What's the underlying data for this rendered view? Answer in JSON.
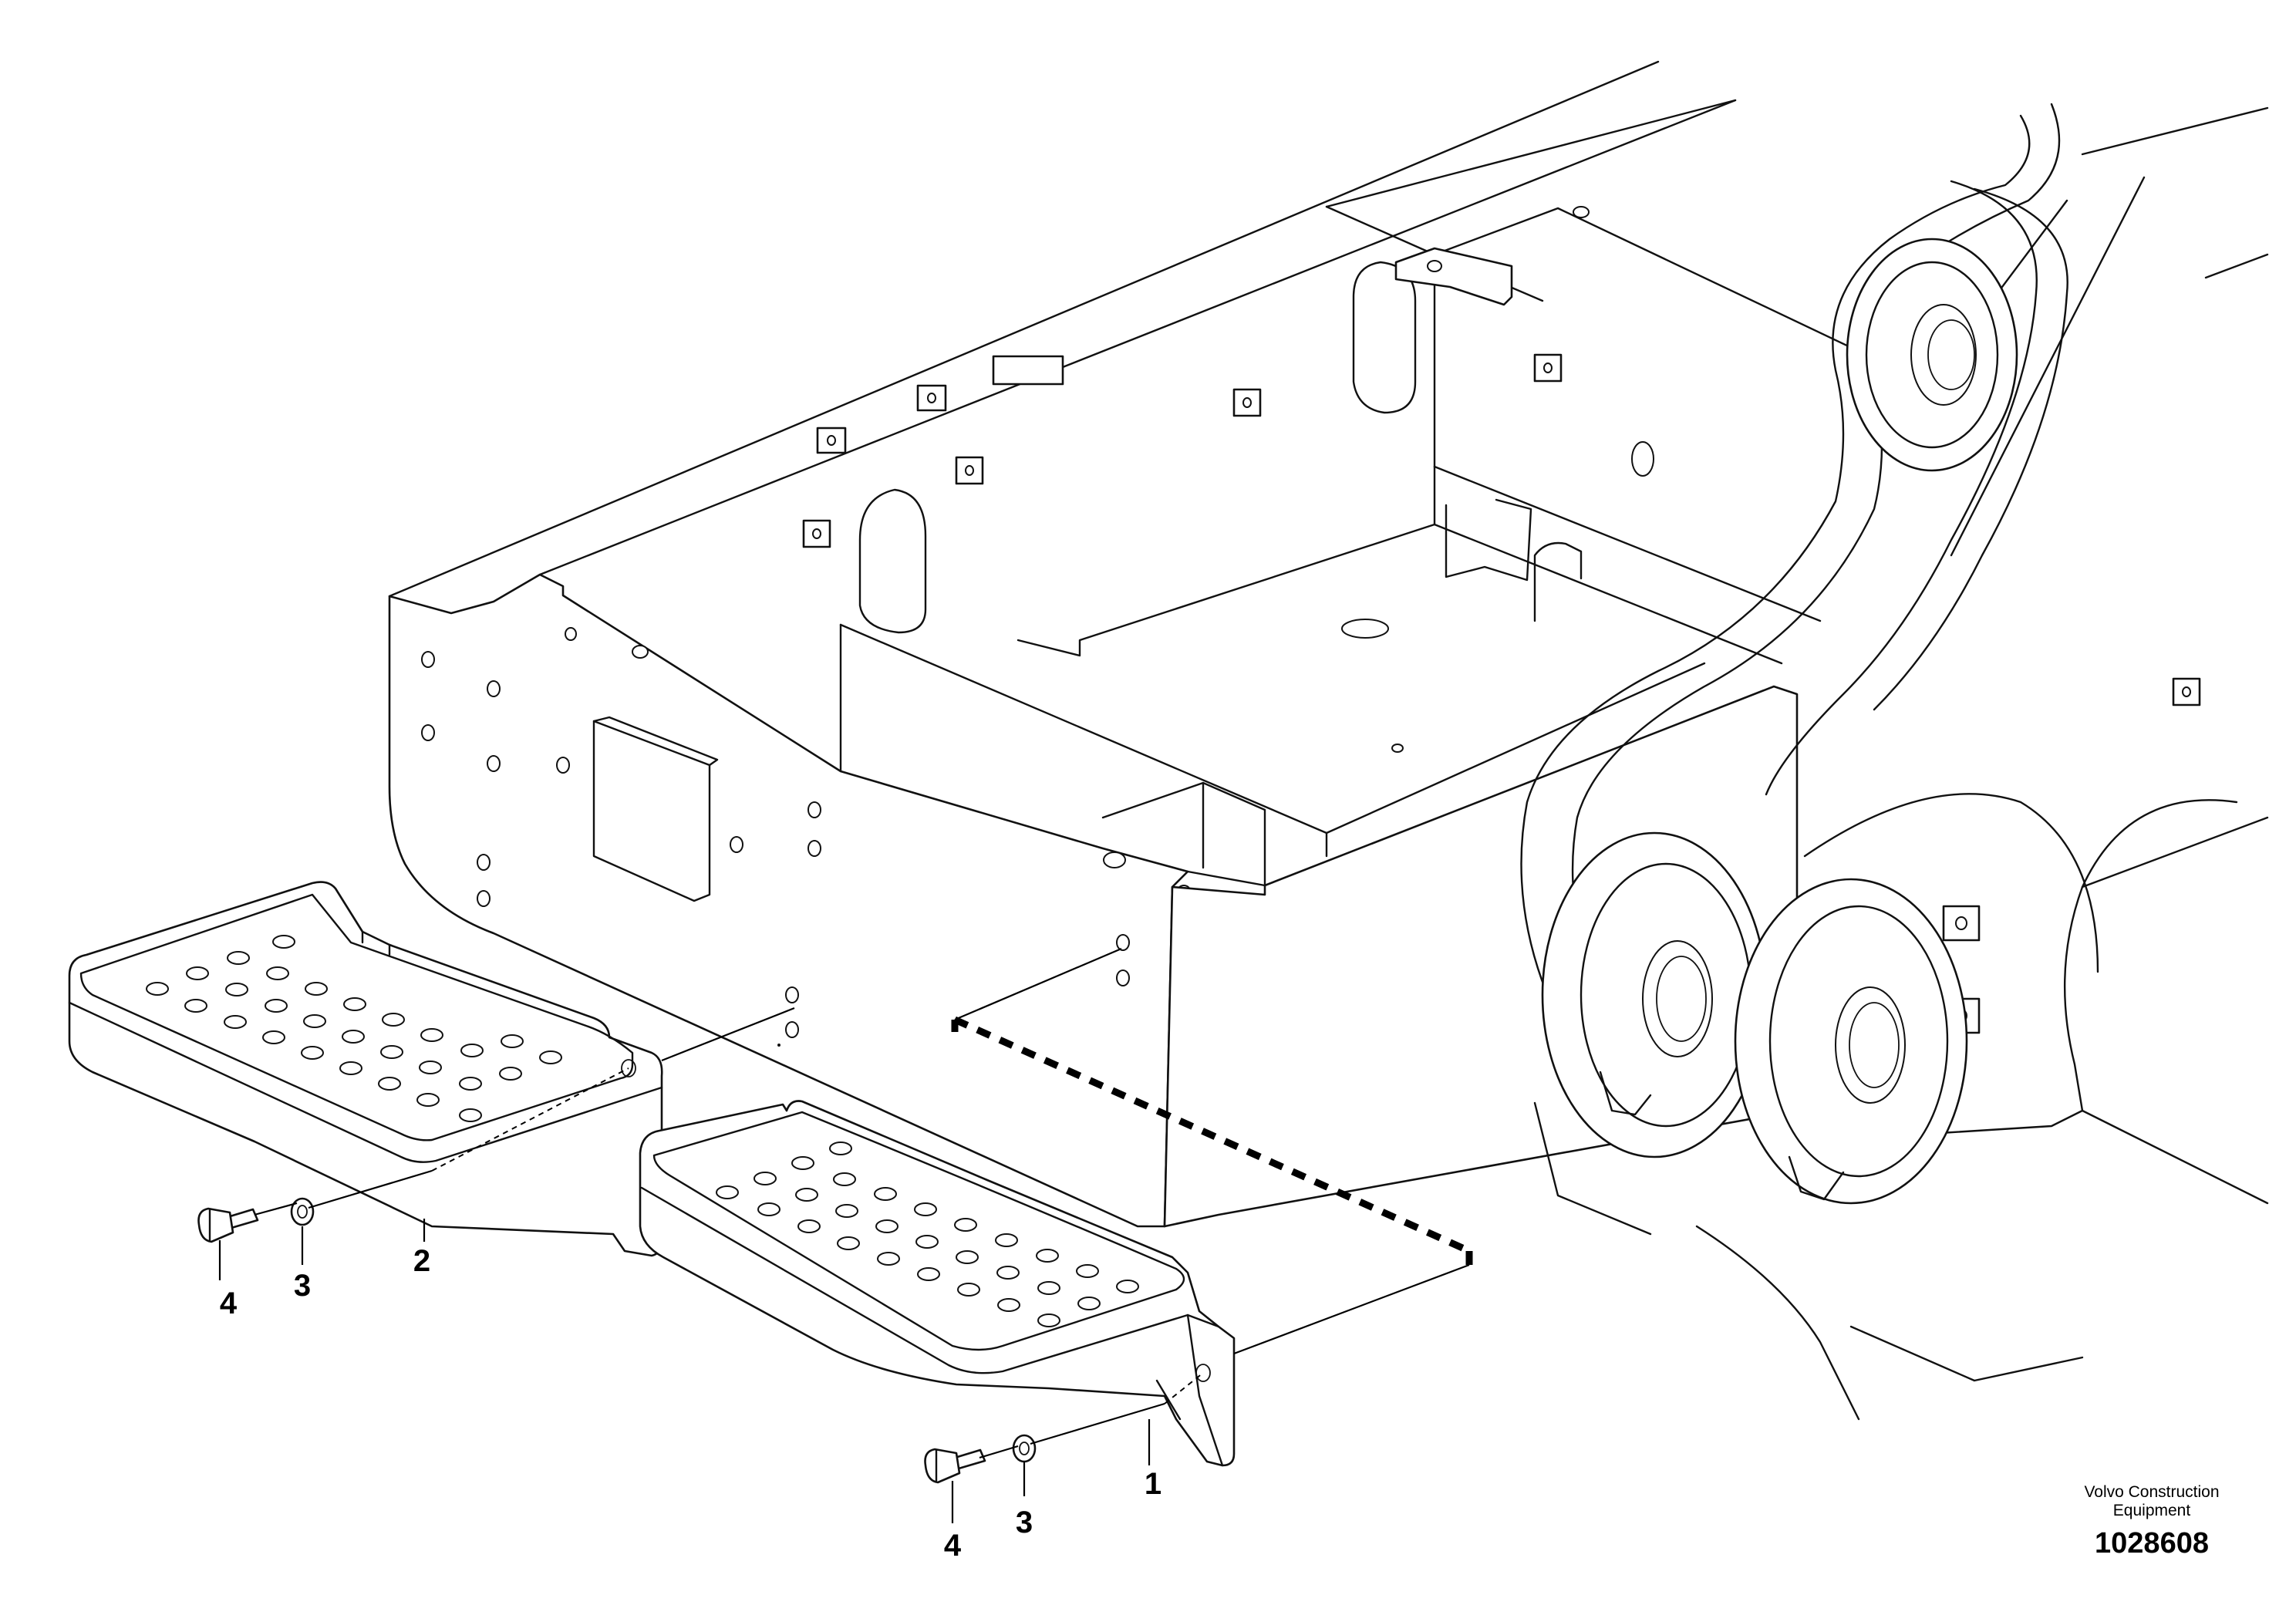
{
  "callouts": [
    {
      "id": "c1",
      "label": "1"
    },
    {
      "id": "c2",
      "label": "2"
    },
    {
      "id": "c3a",
      "label": "3"
    },
    {
      "id": "c3b",
      "label": "3"
    },
    {
      "id": "c4a",
      "label": "4"
    },
    {
      "id": "c4b",
      "label": "4"
    }
  ],
  "brand": {
    "line1": "Volvo Construction",
    "line2": "Equipment"
  },
  "drawing_number": "1028608"
}
